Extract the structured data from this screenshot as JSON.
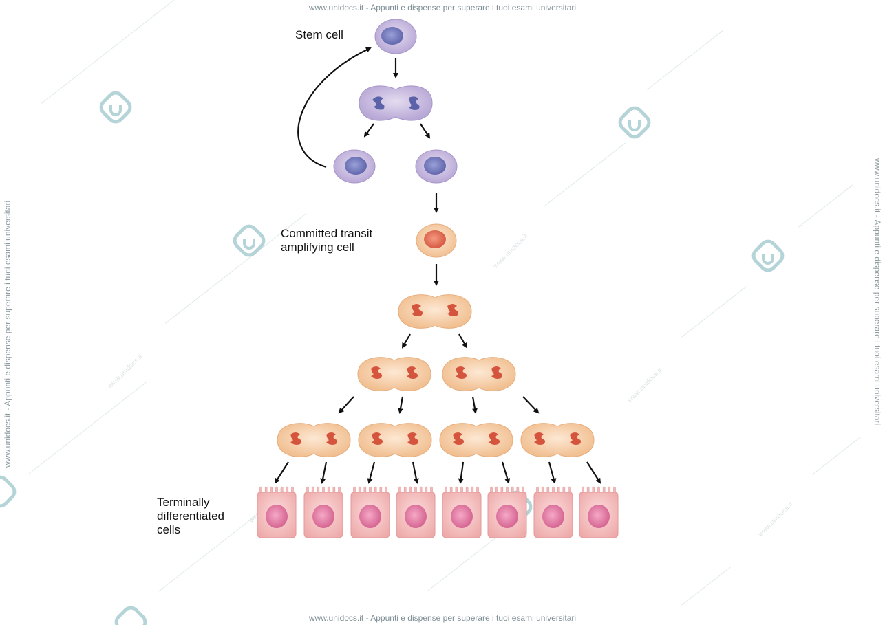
{
  "watermark": {
    "header_text": "www.unidocs.it - Appunti e dispense per superare i tuoi esami universitari",
    "footer_text": "www.unidocs.it - Appunti e dispense per superare i tuoi esami universitari",
    "side_text": "www.unidocs.it - Appunti e dispense per superare i tuoi esami universitari",
    "site": "www.unidocs.it",
    "logo_color": "#9fc5c9"
  },
  "labels": {
    "stem_cell": "Stem cell",
    "committed_line1": "Committed transit",
    "committed_line2": "amplifying cell",
    "terminal_line1": "Terminally",
    "terminal_line2": "differentiated",
    "terminal_line3": "cells"
  },
  "colors": {
    "stem_fill": "#c9bde0",
    "stem_nucleus": "#7a7fc0",
    "amp_fill": "#f6d2b0",
    "amp_nucleus": "#e0705a",
    "terminal_fill": "#f5c2c2",
    "terminal_nucleus": "#e07aa6",
    "arrow": "#111111"
  }
}
